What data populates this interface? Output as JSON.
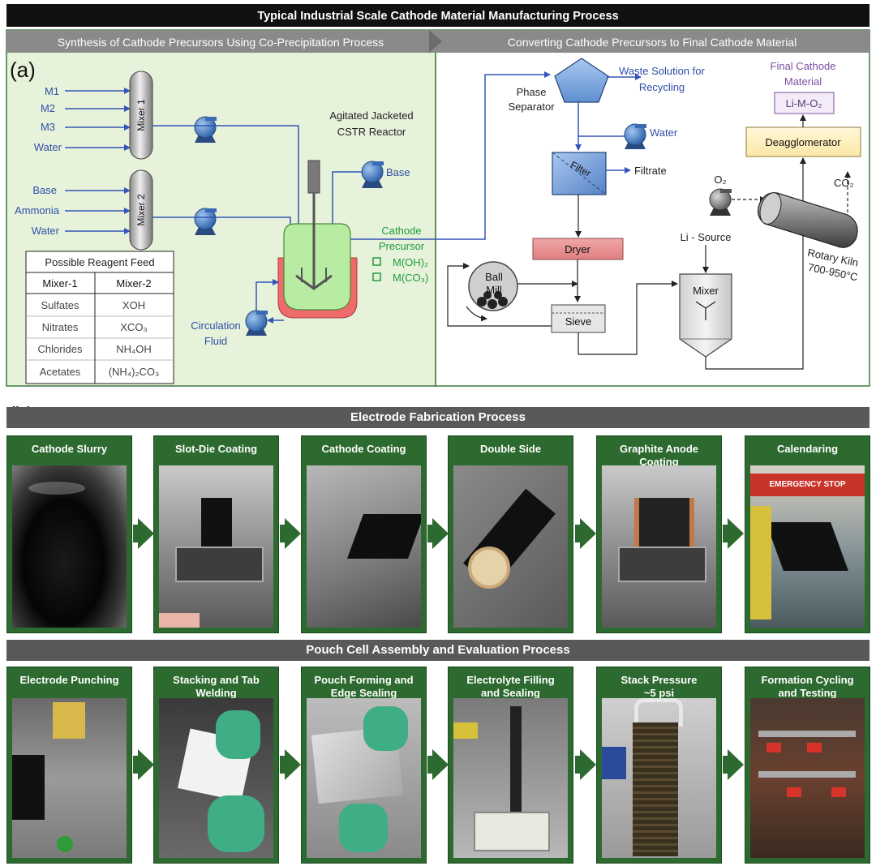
{
  "title": "Typical Industrial Scale Cathode Material Manufacturing Process",
  "panel_a": {
    "label": "(a)",
    "left_header": "Synthesis of Cathode Precursors Using Co-Precipitation Process",
    "right_header": "Converting Cathode Precursors to Final Cathode Material",
    "mixer1": {
      "name": "Mixer 1",
      "inputs": [
        "M1",
        "M2",
        "M3",
        "Water"
      ]
    },
    "mixer2": {
      "name": "Mixer 2",
      "inputs": [
        "Base",
        "Ammonia",
        "Water"
      ]
    },
    "reactor": {
      "line1": "Agitated Jacketed",
      "line2": "CSTR Reactor"
    },
    "base_label": "Base",
    "circulation": {
      "line1": "Circulation",
      "line2": "Fluid"
    },
    "precursor": {
      "line1": "Cathode",
      "line2": "Precursor",
      "item1": "M(OH)₂",
      "item2": "M(CO₃)"
    },
    "reagent_table": {
      "title": "Possible Reagent Feed",
      "headers": [
        "Mixer-1",
        "Mixer-2"
      ],
      "rows": [
        [
          "Sulfates",
          "XOH"
        ],
        [
          "Nitrates",
          "XCO₃"
        ],
        [
          "Chlorides",
          "NH₄OH"
        ],
        [
          "Acetates",
          "(NH₄)₂CO₃"
        ]
      ]
    },
    "phase_separator": {
      "line1": "Phase",
      "line2": "Separator"
    },
    "waste": {
      "line1": "Waste Solution for",
      "line2": "Recycling"
    },
    "water_label": "Water",
    "filter": "Filter",
    "filtrate": "Filtrate",
    "dryer": "Dryer",
    "ball_mill": {
      "line1": "Ball",
      "line2": "Mill"
    },
    "sieve": "Sieve",
    "li_source": "Li - Source",
    "mixer": "Mixer",
    "o2": "O₂",
    "co2": "CO₂",
    "kiln": {
      "line1": "Rotary Kiln",
      "line2": "700-950°C"
    },
    "deagglomerator": "Deagglomerator",
    "product": "Li-M-O₂",
    "final": {
      "line1": "Final Cathode",
      "line2": "Material"
    }
  },
  "panel_b": {
    "label": "(b)",
    "band1": "Electrode Fabrication Process",
    "band2": "Pouch Cell Assembly and Evaluation Process",
    "row1": [
      {
        "title1": "Cathode Slurry",
        "title2": ""
      },
      {
        "title1": "Slot-Die Coating",
        "title2": ""
      },
      {
        "title1": "Cathode Coating",
        "title2": ""
      },
      {
        "title1": "Double Side",
        "title2": ""
      },
      {
        "title1": "Graphite Anode",
        "title2": "Coating"
      },
      {
        "title1": "Calendaring",
        "title2": ""
      }
    ],
    "row2": [
      {
        "title1": "Electrode Punching",
        "title2": ""
      },
      {
        "title1": "Stacking and Tab",
        "title2": "Welding"
      },
      {
        "title1": "Pouch Forming and",
        "title2": "Edge Sealing"
      },
      {
        "title1": "Electrolyte Filling",
        "title2": "and Sealing"
      },
      {
        "title1": "Stack Pressure",
        "title2": "~5 psi"
      },
      {
        "title1": "Formation Cycling",
        "title2": "and Testing"
      }
    ],
    "emergency_stop": "EMERGENCY STOP"
  },
  "colors": {
    "left_panel_bg": "#e6f2da",
    "flow_blue": "#2f4fa8",
    "precursor_green": "#1e9c3a",
    "frame_green": "#2d6a2f",
    "dryer_red": "#e8898b",
    "deagg_yellow": "#fdf0bf",
    "final_purple": "#7b4fa0"
  }
}
